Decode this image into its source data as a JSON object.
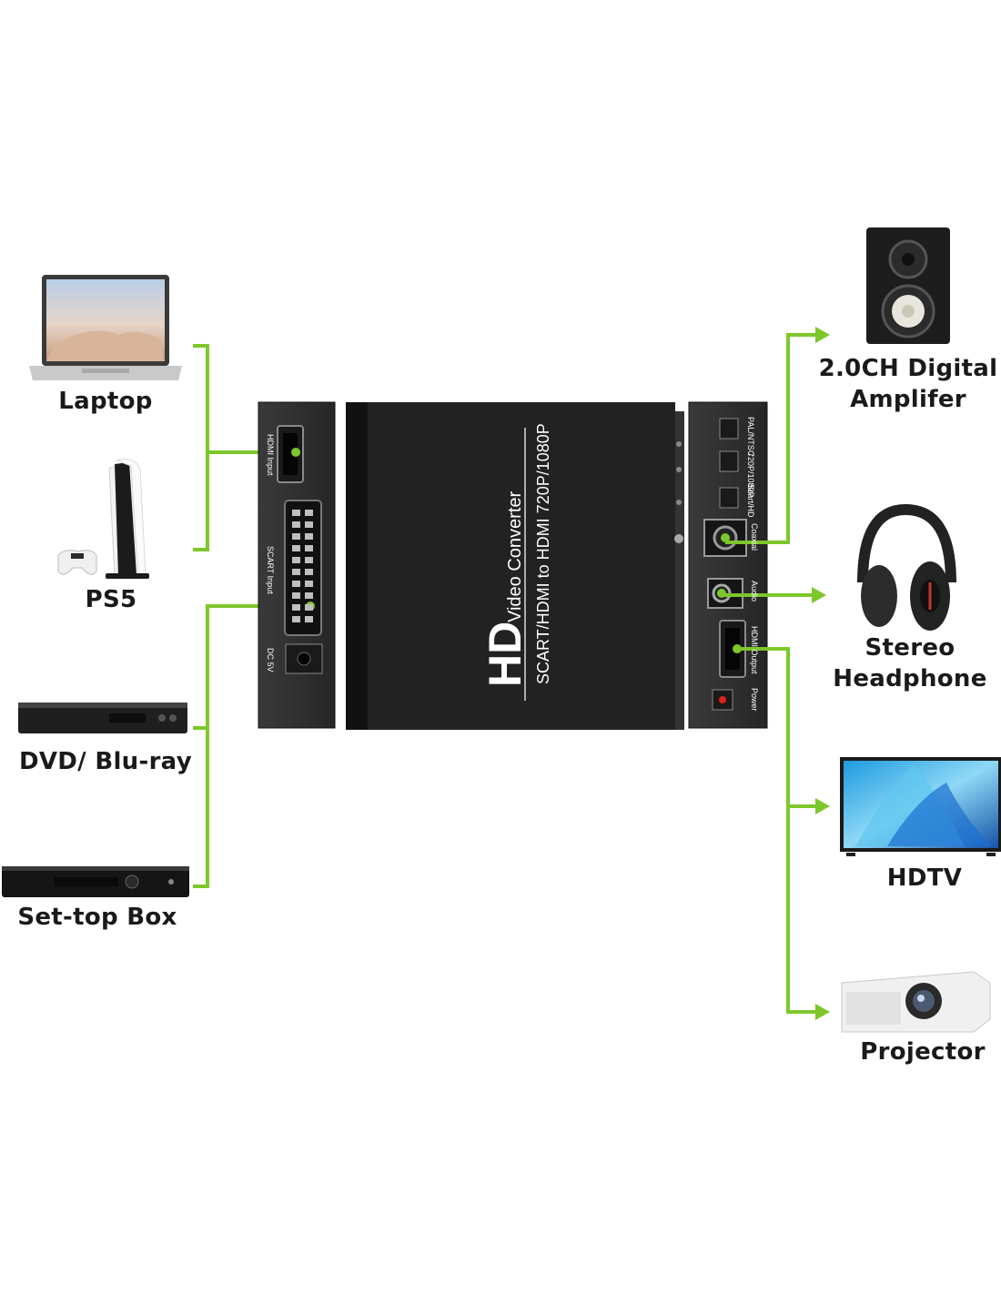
{
  "left_devices": [
    {
      "name": "laptop",
      "label": "Laptop"
    },
    {
      "name": "ps5",
      "label": "PS5"
    },
    {
      "name": "dvd",
      "label": "DVD/ Blu-ray"
    },
    {
      "name": "settop",
      "label": "Set-top Box"
    }
  ],
  "right_devices": [
    {
      "name": "amplifier",
      "label_line1": "2.0CH Digital",
      "label_line2": "Amplifer"
    },
    {
      "name": "headphone",
      "label_line1": "Stereo",
      "label_line2": "Headphone"
    },
    {
      "name": "hdtv",
      "label": "HDTV"
    },
    {
      "name": "projector",
      "label": "Projector"
    }
  ],
  "converter": {
    "logo": "HD",
    "title": "Video Converter",
    "subtitle": "SCART/HDMI to HDMI 720P/1080P"
  },
  "left_panel": {
    "hdmi_input": "HDMI Input",
    "scart_input": "SCART Input",
    "dc": "DC 5V"
  },
  "right_panel": {
    "pal_ntsc": "PAL/NTSC",
    "resolution": "720P/1080P",
    "mode": "Scart/HD",
    "coaxial": "Coaxial",
    "audio": "Audio",
    "hdmi_output": "HDMI Output",
    "power": "Power"
  },
  "colors": {
    "connector": "#7dc72b",
    "device_body": "#2b2b2b"
  }
}
